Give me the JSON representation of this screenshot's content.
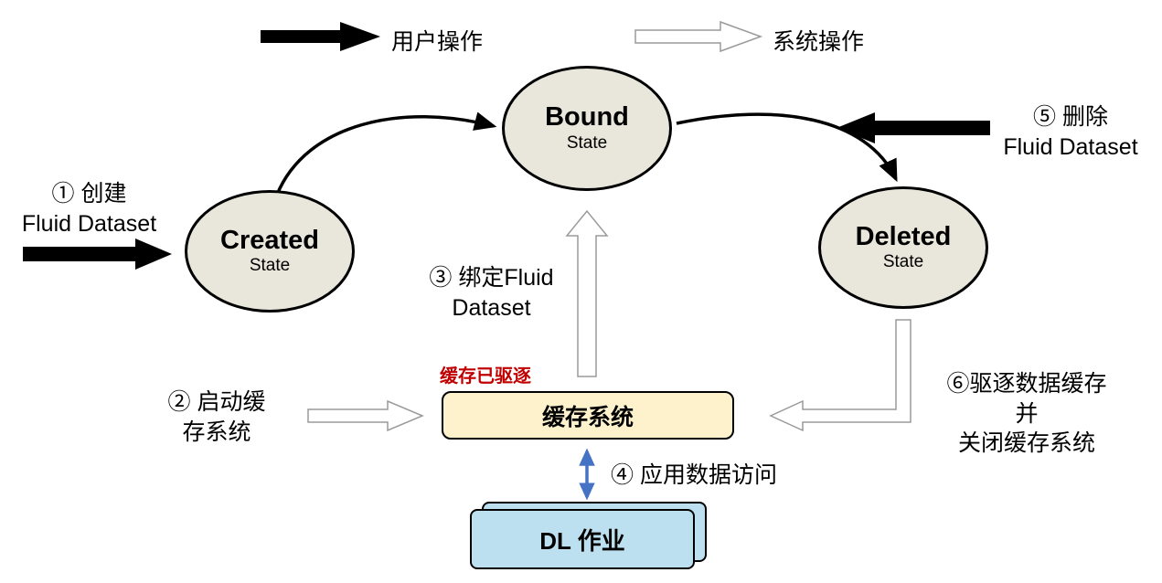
{
  "colors": {
    "ellipse-fill": "#E9E7DB",
    "cache-fill": "#FDF2CC",
    "dl-fill": "#BDE0F0",
    "alert-red": "#C00000",
    "blue-arrow": "#4472C4",
    "outline-arrow-stroke": "#9A9A9A"
  },
  "legend": {
    "user_op": "用户操作",
    "system_op": "系统操作"
  },
  "states": {
    "created": {
      "title": "Created",
      "subtitle": "State"
    },
    "bound": {
      "title": "Bound",
      "subtitle": "State"
    },
    "deleted": {
      "title": "Deleted",
      "subtitle": "State"
    }
  },
  "steps": {
    "step1": "① 创建\nFluid Dataset",
    "step2": "② 启动缓\n存系统",
    "step3": "③ 绑定Fluid\nDataset",
    "step4": "④ 应用数据访问",
    "step5": "⑤ 删除\nFluid Dataset",
    "step6": "⑥驱逐数据缓存\n并\n关闭缓存系统"
  },
  "cache": {
    "status": "缓存已驱逐",
    "label": "缓存系统"
  },
  "dl_job": {
    "label": "DL 作业"
  }
}
